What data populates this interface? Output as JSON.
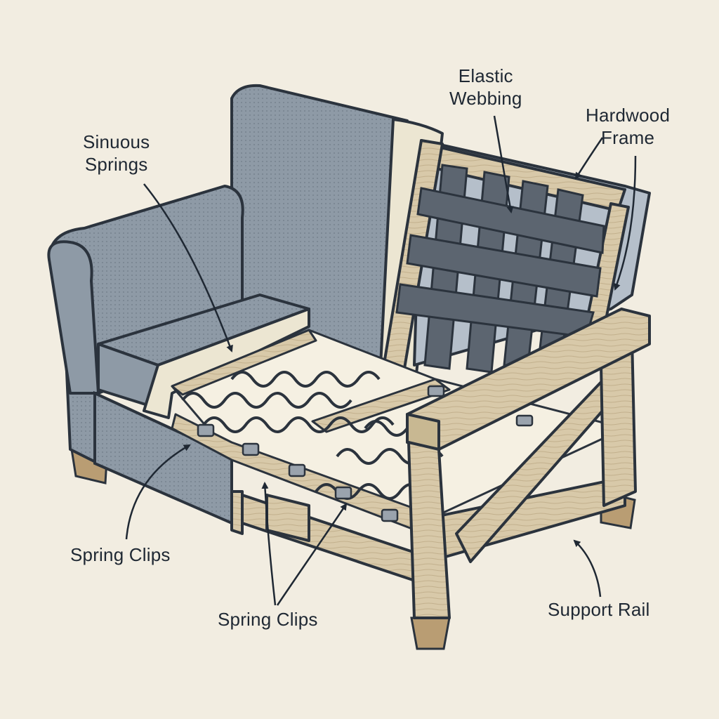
{
  "labels": {
    "sinuous_springs": [
      "Sinuous",
      "Springs"
    ],
    "elastic_webbing": [
      "Elastic",
      "Webbing"
    ],
    "hardwood_frame": [
      "Hardwood",
      "Frame"
    ],
    "spring_clips_left": "Spring Clips",
    "spring_clips_bottom": "Spring Clips",
    "support_rail": "Support Rail"
  },
  "colors": {
    "background": "#f2ede1",
    "upholstery": "#8e9aa6",
    "upholstery_dark": "#6f7b88",
    "foam": "#ece6d2",
    "wood": "#d8c9a9",
    "wood_dark": "#b9a882",
    "webbing": "#5c6570",
    "outline": "#2b333d"
  }
}
